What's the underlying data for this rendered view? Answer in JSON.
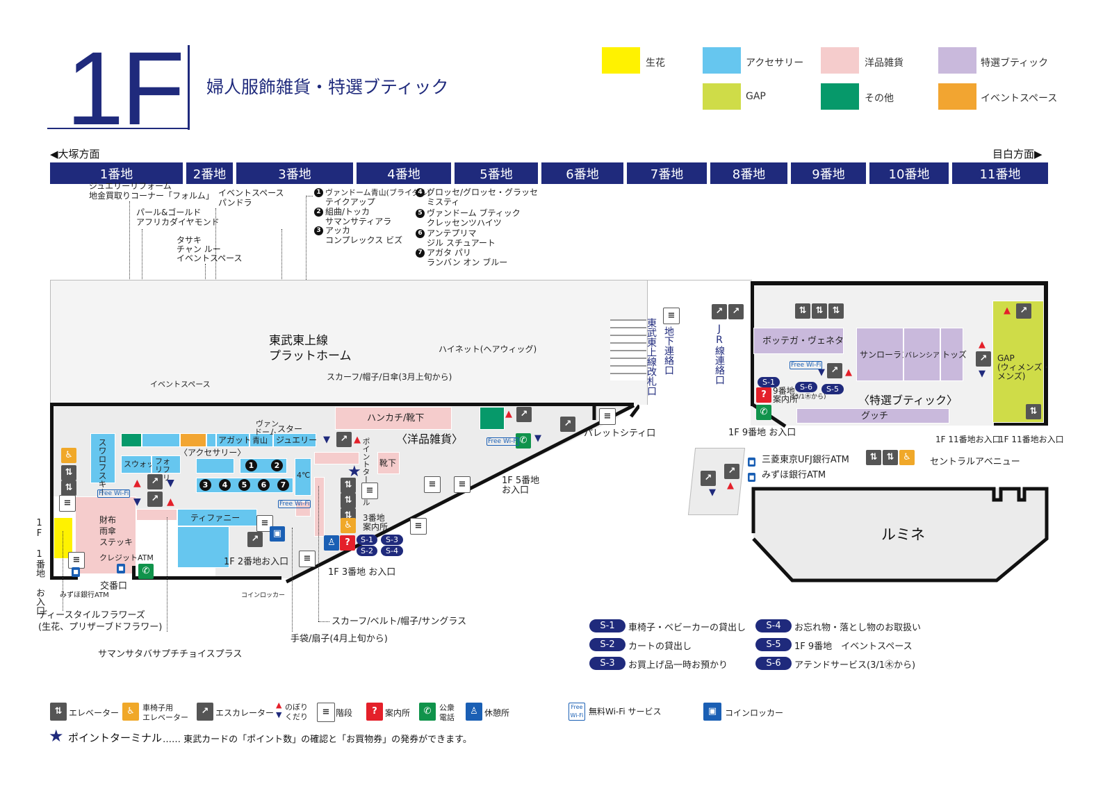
{
  "header": {
    "floor": "1F",
    "title": "婦人服飾雑貨・特選ブティック"
  },
  "legend": [
    {
      "label": "生花",
      "color": "#fff200"
    },
    {
      "label": "アクセサリー",
      "color": "#66c6ef"
    },
    {
      "label": "洋品雑貨",
      "color": "#f5cccc"
    },
    {
      "label": "特選ブティック",
      "color": "#c9b9dc"
    },
    {
      "label": "GAP",
      "color": "#cfdc48"
    },
    {
      "label": "その他",
      "color": "#06996a"
    },
    {
      "label": "イベントスペース",
      "color": "#f2a531"
    }
  ],
  "directions": {
    "left": "◀大塚方面",
    "right": "目白方面▶"
  },
  "addresses": [
    "1番地",
    "2番地",
    "3番地",
    "4番地",
    "5番地",
    "6番地",
    "7番地",
    "8番地",
    "9番地",
    "10番地",
    "11番地"
  ],
  "top_labels": {
    "jewelry_reform": "ジュエリーリフォーム",
    "gold_corner": "地金買取りコーナー「フォルム」",
    "event_pandora_1": "イベントスペース",
    "event_pandora_2": "パンドラ",
    "pearl_1": "パール&ゴールド",
    "pearl_2": "アフリカダイヤモンド",
    "tasaki_1": "タサキ",
    "tasaki_2": "チャン ルー",
    "tasaki_3": "イベントスペース",
    "n1": "ヴァンドーム青山(ブライダル)",
    "n1b": "テイクアップ",
    "n2": "組曲/トッカ",
    "n2b": "サマンサティアラ",
    "n3": "アッカ",
    "n3b": "コンプレックス ビズ",
    "n4": "グロッセ/グロッセ・グラッセ",
    "n4b": "ミスティ",
    "n5": "ヴァンドーム ブティック",
    "n5b": "クレッセンツハイツ",
    "n6": "アンテプリマ",
    "n6b": "ジル スチュアート",
    "n7": "アガタ パリ",
    "n7b": "ランバン オン ブルー"
  },
  "map_labels": {
    "platform_1": "東武東上線",
    "platform_2": "プラットホーム",
    "hinet": "ハイネット(ヘアウィッグ)",
    "scarf_top": "スカーフ/帽子/日傘(3月上旬から)",
    "event_space": "イベントスペース",
    "handkerchief": "ハンカチ/靴下",
    "yohin": "〈洋品雑貨〉",
    "accessory": "〈アクセサリー〉",
    "agate": "アガット",
    "van_1": "ヴァン",
    "van_2": "ドーム",
    "van_3": "青山",
    "star_1": "スター",
    "star_2": "ジュエリー",
    "swarovski": "スワロフスキー",
    "swatch": "スウォッチ",
    "folli": "フォリフォリ",
    "tiffany": "ティファニー",
    "four_c": "4℃",
    "point_terminal": "ポイントターミナル",
    "socks": "靴下",
    "wallet_1": "財布",
    "wallet_2": "雨傘",
    "wallet_3": "ステッキ",
    "credit_atm": "クレジットATM",
    "mizuho_small": "みずほ銀行ATM",
    "koban": "交番口",
    "entrance_1": "1F 1番地 お入口",
    "entrance_2": "1F 2番地お入口",
    "entrance_3": "1F 3番地 お入口",
    "entrance_5a": "1F 5番地",
    "entrance_5b": "お入口",
    "info3_1": "3番地",
    "info3_2": "案内所",
    "coin_locker": "コインロッカー",
    "palette": "パレットシティ口",
    "tobu_gate": "東武東上線改札口",
    "underground": "地下連絡口",
    "jr": "JR線連絡口",
    "bottega": "ボッテガ・ヴェネタ",
    "saint": "サンローラン",
    "balen": "バレンシアガ",
    "tods": "トッズ",
    "gap_1": "GAP",
    "gap_2": "(ウィメンズ・",
    "gap_3": "メンズ)",
    "boutique": "〈特選ブティック〉",
    "gucci": "グッチ",
    "info9_1": "9番地",
    "info9_2": "案内所",
    "s6_note": "(3/1㊍から)",
    "entrance_9": "1F 9番地 お入口",
    "entrance_11a": "1F 11番地お入口",
    "entrance_11b": "1F 11番地お入口",
    "mufg": "三菱東京UFJ銀行ATM",
    "mizuho": "みずほ銀行ATM",
    "central": "セントラルアベニュー",
    "lumine": "ルミネ",
    "ds_1": "ディースタイルフラワーズ",
    "ds_2": "(生花、プリザーブドフラワー)",
    "samantha": "サマンサタバサプチチョイスプラス",
    "gloves": "手袋/扇子(4月上旬から)",
    "scarf_bottom": "スカーフ/ベルト/帽子/サングラス"
  },
  "services": [
    {
      "code": "S-1",
      "label": "車椅子・ベビーカーの貸出し"
    },
    {
      "code": "S-2",
      "label": "カートの貸出し"
    },
    {
      "code": "S-3",
      "label": "お買上げ品一時お預かり"
    },
    {
      "code": "S-4",
      "label": "お忘れ物・落とし物のお取扱い"
    },
    {
      "code": "S-5",
      "label": "1F 9番地　イベントスペース"
    },
    {
      "code": "S-6",
      "label": "アテンドサービス(3/1㊍から)"
    }
  ],
  "icon_legend": {
    "elevator": "エレベーター",
    "wheel_1": "車椅子用",
    "wheel_2": "エレベーター",
    "escalator": "エスカレーター",
    "updown_1": "のぼり",
    "updown_2": "くだり",
    "stairs": "階段",
    "info": "案内所",
    "phone_1": "公衆",
    "phone_2": "電話",
    "rest": "休憩所",
    "wifi": "無料Wi-Fi サービス",
    "locker": "コインロッカー",
    "wifi_badge": "Free Wi-Fi"
  },
  "footer": {
    "label": "ポイントターミナル",
    "note": "…… 東武カードの「ポイント数」の確認と「お買物券」の発券ができます。"
  },
  "colors": {
    "navy": "#1f2a7c",
    "accessory": "#66c6ef",
    "merchandise": "#f5cccc",
    "boutique": "#c9b9dc",
    "other": "#06996a",
    "event": "#f2a531",
    "gap": "#cfdc48",
    "flower": "#fff200"
  }
}
